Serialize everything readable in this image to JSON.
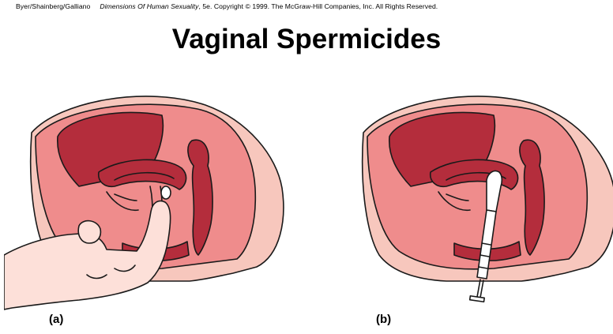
{
  "header": {
    "authors": "Byer/Shainberg/Galliano",
    "book": "Dimensions Of Human Sexuality",
    "rest": ", 5e. Copyright © 1999. The McGraw-Hill Companies, Inc. All Rights Reserved."
  },
  "title": "Vaginal Spermicides",
  "panels": [
    {
      "label": "(a)"
    },
    {
      "label": "(b)"
    }
  ],
  "colors": {
    "skin": "#f7c7bd",
    "tissue": "#ef8c8c",
    "organ": "#b42d3c",
    "outline": "#1a1a1a",
    "applicator": "#ffffff"
  }
}
